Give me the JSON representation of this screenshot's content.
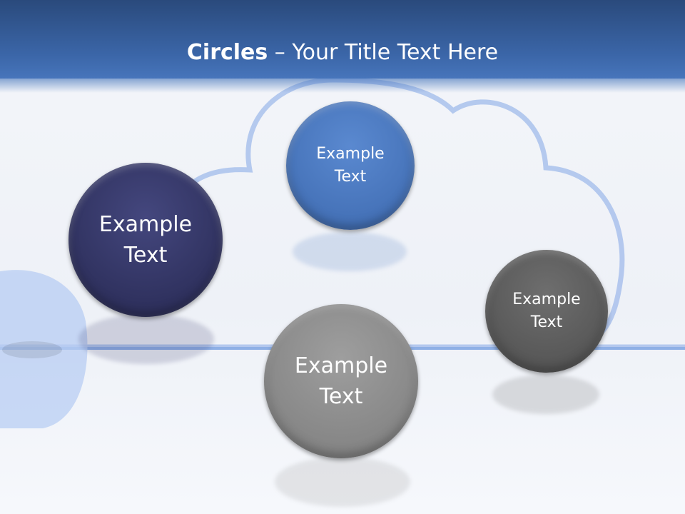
{
  "header": {
    "title_bold": "Circles",
    "title_rest": " – Your Title Text Here"
  },
  "circles": [
    {
      "label": "Example Text",
      "color": "#36386a"
    },
    {
      "label": "Example Text",
      "color": "#4a78bf"
    },
    {
      "label": "Example Text",
      "color": "#8e8e8e"
    },
    {
      "label": "Example Text",
      "color": "#5e5e5e"
    }
  ]
}
